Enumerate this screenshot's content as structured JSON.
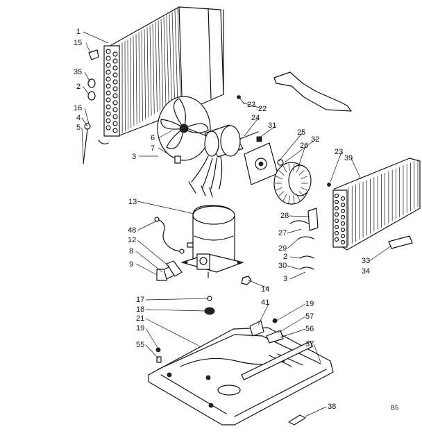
{
  "diagram": {
    "callouts": [
      {
        "id": "c1",
        "text": "1"
      },
      {
        "id": "c15",
        "text": "15"
      },
      {
        "id": "c35",
        "text": "35"
      },
      {
        "id": "c2a",
        "text": "2"
      },
      {
        "id": "c16",
        "text": "16"
      },
      {
        "id": "c4",
        "text": "4"
      },
      {
        "id": "c5",
        "text": "5"
      },
      {
        "id": "c6",
        "text": "6"
      },
      {
        "id": "c7",
        "text": "7"
      },
      {
        "id": "c3a",
        "text": "3"
      },
      {
        "id": "c23a",
        "text": "23"
      },
      {
        "id": "c22",
        "text": "22"
      },
      {
        "id": "c24",
        "text": "24"
      },
      {
        "id": "c31",
        "text": "31"
      },
      {
        "id": "c25",
        "text": "25"
      },
      {
        "id": "c32",
        "text": "32"
      },
      {
        "id": "c26",
        "text": "26"
      },
      {
        "id": "c23b",
        "text": "23"
      },
      {
        "id": "c39",
        "text": "39"
      },
      {
        "id": "c13",
        "text": "13"
      },
      {
        "id": "c48",
        "text": "48"
      },
      {
        "id": "c12",
        "text": "12"
      },
      {
        "id": "c8",
        "text": "8"
      },
      {
        "id": "c9",
        "text": "9"
      },
      {
        "id": "c14",
        "text": "14"
      },
      {
        "id": "c28",
        "text": "28"
      },
      {
        "id": "c27",
        "text": "27"
      },
      {
        "id": "c29",
        "text": "29"
      },
      {
        "id": "c2b",
        "text": "2"
      },
      {
        "id": "c30",
        "text": "30"
      },
      {
        "id": "c3b",
        "text": "3"
      },
      {
        "id": "c33",
        "text": "33"
      },
      {
        "id": "c34",
        "text": "34"
      },
      {
        "id": "c17",
        "text": "17"
      },
      {
        "id": "c18",
        "text": "18"
      },
      {
        "id": "c21",
        "text": "21"
      },
      {
        "id": "c41",
        "text": "41"
      },
      {
        "id": "c19a",
        "text": "19"
      },
      {
        "id": "c57",
        "text": "57"
      },
      {
        "id": "c56",
        "text": "56"
      },
      {
        "id": "c19b",
        "text": "19"
      },
      {
        "id": "c55",
        "text": "55"
      },
      {
        "id": "c37",
        "text": "37"
      },
      {
        "id": "c38",
        "text": "38"
      }
    ],
    "drawing_code": "B5"
  }
}
